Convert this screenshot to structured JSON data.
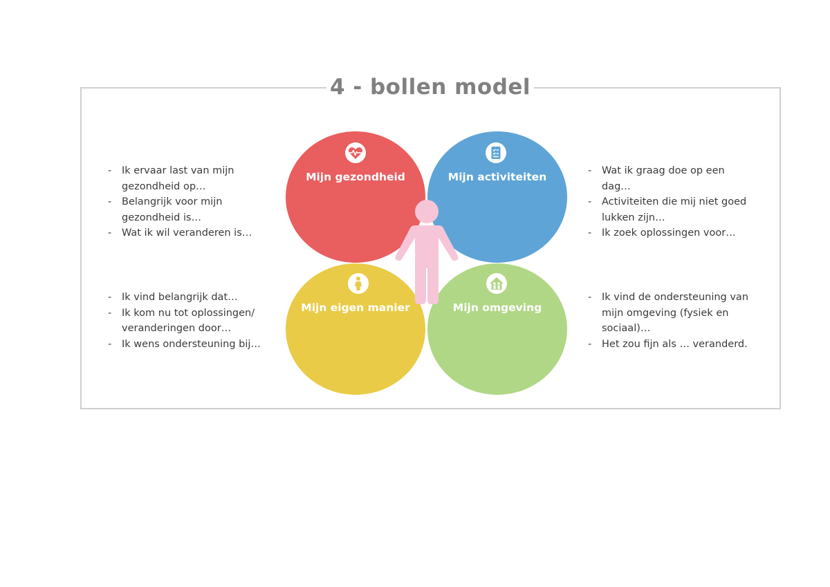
{
  "title": "4 - bollen model",
  "colors": {
    "health": "#e95e5f",
    "activities": "#5ea4d7",
    "own_way": "#e9cb47",
    "environment": "#b0d785",
    "person": "#f6c6d8",
    "frame": "#cfcfcf",
    "title": "#808080"
  },
  "circles": {
    "health": {
      "label": "Mijn gezondheid",
      "icon": "heart-pulse-icon"
    },
    "activities": {
      "label": "Mijn activiteiten",
      "icon": "checklist-icon"
    },
    "own_way": {
      "label": "Mijn eigen manier",
      "icon": "person-icon"
    },
    "environment": {
      "label": "Mijn omgeving",
      "icon": "house-family-icon"
    }
  },
  "notes": {
    "health": [
      "Ik ervaar last van mijn gezondheid op…",
      "Belangrijk voor mijn gezondheid is…",
      "Wat ik wil veranderen is…"
    ],
    "own_way": [
      "Ik vind belangrijk dat…",
      "Ik kom nu tot oplossingen/ veranderingen door…",
      "Ik wens ondersteuning bij…"
    ],
    "activities": [
      "Wat ik graag doe op een dag…",
      "Activiteiten die mij niet goed lukken zijn…",
      "Ik zoek oplossingen voor…"
    ],
    "environment": [
      "Ik vind de ondersteuning van mijn omgeving (fysiek en sociaal)…",
      "Het zou fijn als … veranderd."
    ]
  }
}
